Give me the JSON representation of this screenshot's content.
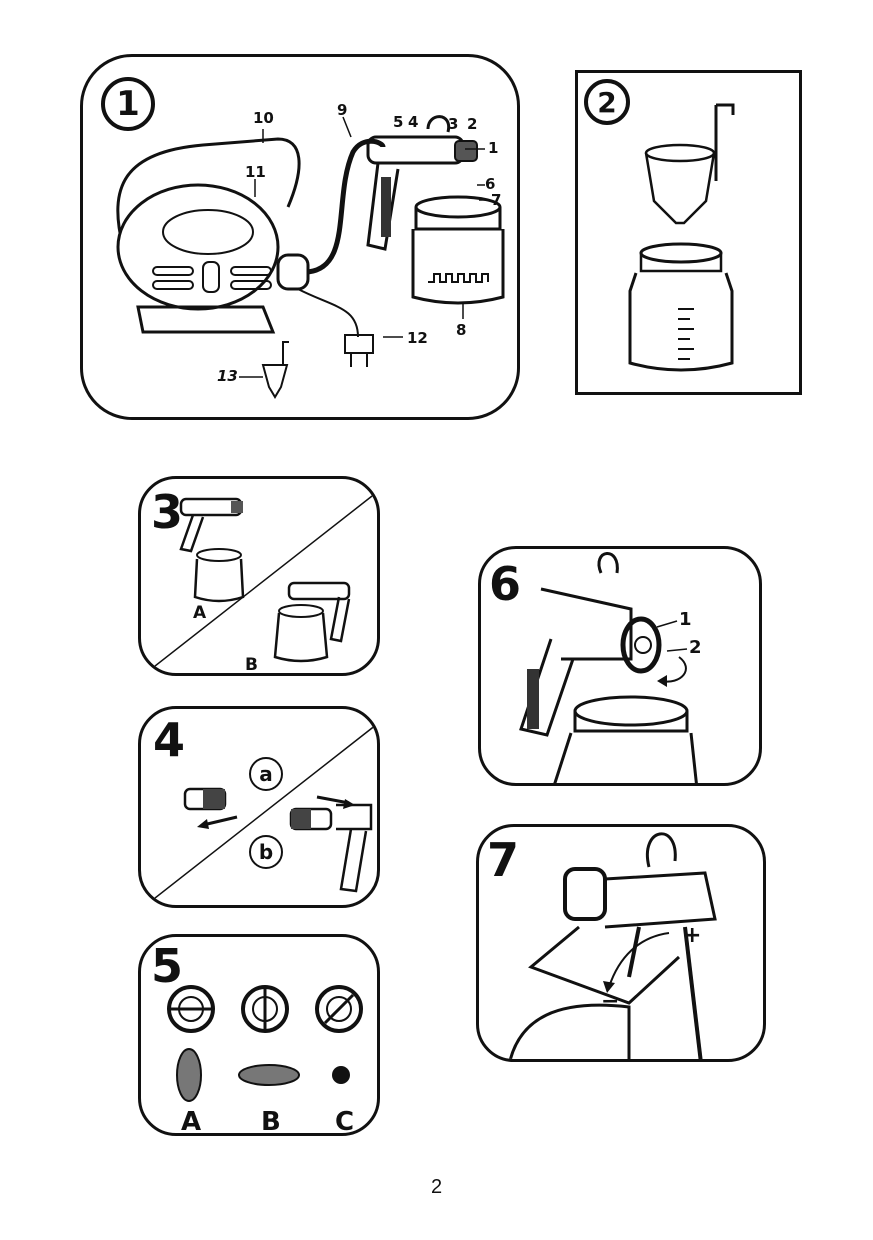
{
  "figures": {
    "fig1": {
      "number": "1",
      "callouts": [
        "1",
        "2",
        "3",
        "4",
        "5",
        "6",
        "7",
        "8",
        "9",
        "10",
        "11",
        "12",
        "13"
      ],
      "icons": [
        "compressor-unit-icon",
        "spray-gun-icon",
        "paint-container-icon",
        "power-plug-icon",
        "viscosity-cup-icon",
        "carry-strap-icon",
        "air-hose-icon"
      ]
    },
    "fig2": {
      "number": "2",
      "icons": [
        "viscosity-cup-icon",
        "paint-container-icon"
      ]
    },
    "fig3": {
      "number": "3",
      "labels": {
        "a": "A",
        "b": "B"
      }
    },
    "fig4": {
      "number": "4",
      "labels": {
        "a": "a",
        "b": "b"
      }
    },
    "fig5": {
      "number": "5",
      "labels": {
        "a": "A",
        "b": "B",
        "c": "C"
      }
    },
    "fig6": {
      "number": "6",
      "callouts": [
        "1",
        "2"
      ]
    },
    "fig7": {
      "number": "7",
      "signs": {
        "plus": "+",
        "minus": "−"
      }
    }
  },
  "page_number": "2"
}
